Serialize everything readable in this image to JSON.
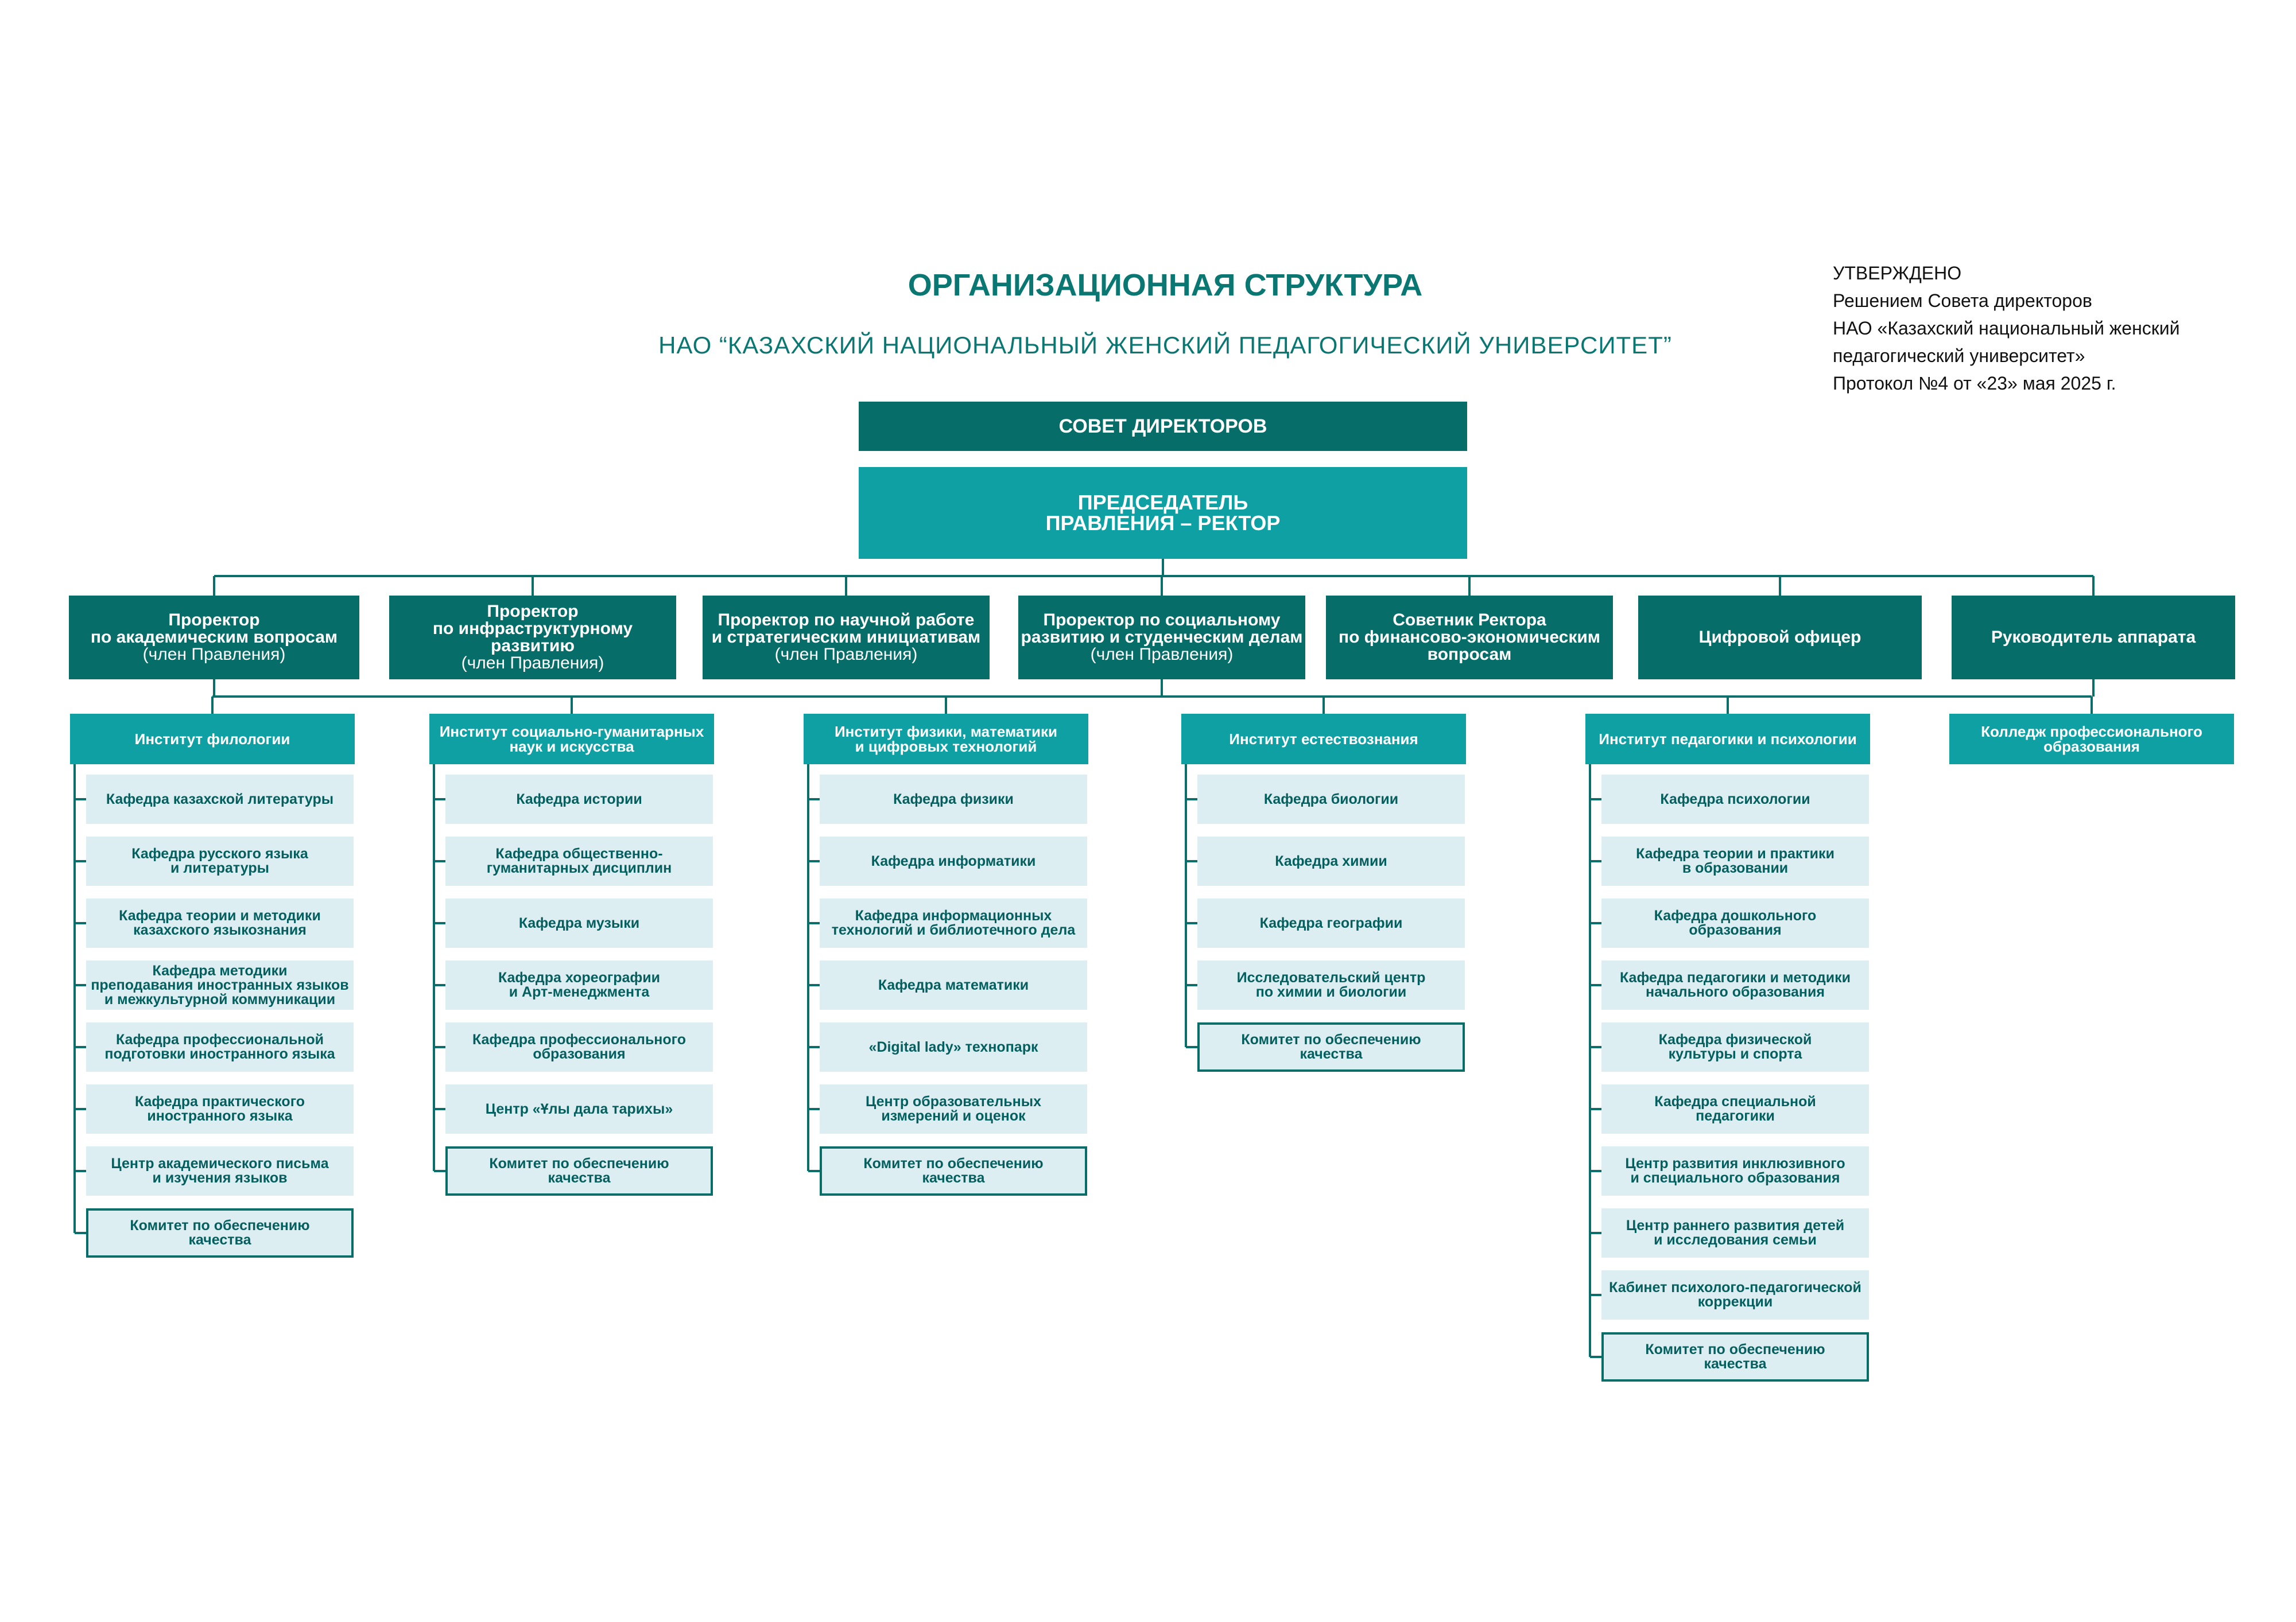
{
  "header": {
    "title": "ОРГАНИЗАЦИОННАЯ СТРУКТУРА",
    "subtitle": "НАО “КАЗАХСКИЙ НАЦИОНАЛЬНЫЙ ЖЕНСКИЙ ПЕДАГОГИЧЕСКИЙ УНИВЕРСИТЕТ”"
  },
  "approval": [
    "УТВЕРЖДЕНО",
    "Решением Совета директоров",
    "НАО «Казахский национальный женский",
    "педагогический университет»",
    "Протокол №4 от «23» мая 2025 г."
  ],
  "colors": {
    "dark": "#066d69",
    "mid": "#0fa0a3",
    "light": "#ddeef2",
    "text_dark": "#045f5e",
    "line": "#0a6f6b"
  },
  "board": "СОВЕТ ДИРЕКТОРОВ",
  "chairman": "ПРЕДСЕДАТЕЛЬ\nПРАВЛЕНИЯ – РЕКТОР",
  "executives": [
    {
      "title": "Проректор\nпо академическим вопросам",
      "note": "(член Правления)"
    },
    {
      "title": "Проректор\nпо инфраструктурному развитию",
      "note": "(член Правления)"
    },
    {
      "title": "Проректор по научной работе\nи стратегическим инициативам",
      "note": "(член Правления)"
    },
    {
      "title": "Проректор по социальному\nразвитию и студенческим делам",
      "note": "(член Правления)"
    },
    {
      "title": "Советник Ректора\nпо финансово-экономическим\nвопросам",
      "note": ""
    },
    {
      "title": "Цифровой офицер",
      "note": ""
    },
    {
      "title": "Руководитель аппарата",
      "note": ""
    }
  ],
  "institutes": [
    {
      "name": "Институт филологии",
      "units": [
        "Кафедра казахской литературы",
        "Кафедра русского языка\nи литературы",
        "Кафедра теории и методики\nказахского языкознания",
        "Кафедра методики\nпреподавания иностранных языков\nи межкультурной коммуникации",
        "Кафедра профессиональной\nподготовки иностранного языка",
        "Кафедра практического\nиностранного языка",
        "Центр академического письма\nи изучения языков"
      ],
      "quality": "Комитет по обеспечению\nкачества"
    },
    {
      "name": "Институт социально-гуманитарных\nнаук и искусства",
      "units": [
        "Кафедра истории",
        "Кафедра общественно-\nгуманитарных дисциплин",
        "Кафедра музыки",
        "Кафедра хореографии\nи Арт-менеджмента",
        "Кафедра профессионального\nобразования",
        "Центр «Ұлы дала тарихы»"
      ],
      "quality": "Комитет по обеспечению\nкачества"
    },
    {
      "name": "Институт физики, математики\nи цифровых технологий",
      "units": [
        "Кафедра физики",
        "Кафедра информатики",
        "Кафедра информационных\nтехнологий и библиотечного дела",
        "Кафедра математики",
        "«Digital lady» технопарк",
        "Центр образовательных\nизмерений и оценок"
      ],
      "quality": "Комитет по обеспечению\nкачества"
    },
    {
      "name": "Институт естествознания",
      "units": [
        "Кафедра биологии",
        "Кафедра химии",
        "Кафедра географии",
        "Исследовательский центр\nпо химии и биологии"
      ],
      "quality": "Комитет по обеспечению\nкачества"
    },
    {
      "name": "Институт педагогики и психологии",
      "units": [
        "Кафедра психологии",
        "Кафедра теории и практики\nв образовании",
        "Кафедра дошкольного\nобразования",
        "Кафедра педагогики и методики\nначального образования",
        "Кафедра физической\nкультуры и спорта",
        "Кафедра специальной\nпедагогики",
        "Центр развития инклюзивного\nи специального образования",
        "Центр раннего развития детей\nи исследования семьи",
        "Кабинет психолого-педагогической\nкоррекции"
      ],
      "quality": "Комитет по обеспечению\nкачества"
    },
    {
      "name": "Колледж профессионального\nобразования",
      "units": [],
      "quality": ""
    }
  ]
}
